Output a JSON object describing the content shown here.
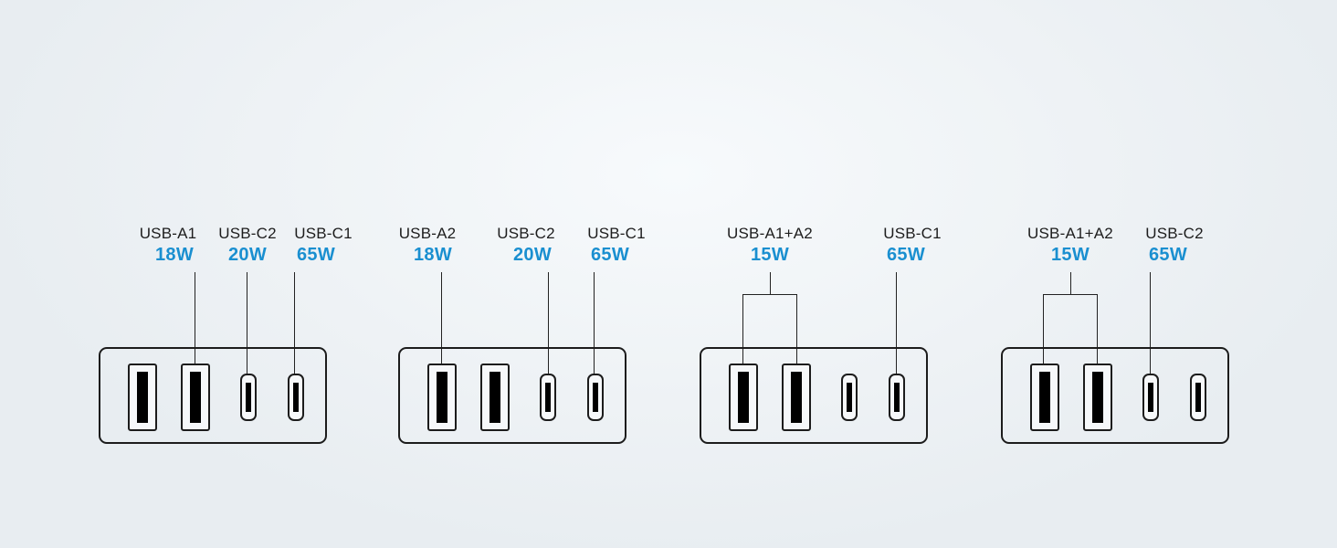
{
  "diagrams": [
    {
      "labels": [
        {
          "port": "USB-A1",
          "power": "18W"
        },
        {
          "port": "USB-C2",
          "power": "20W"
        },
        {
          "port": "USB-C1",
          "power": "65W"
        }
      ]
    },
    {
      "labels": [
        {
          "port": "USB-A2",
          "power": "18W"
        },
        {
          "port": "USB-C2",
          "power": "20W"
        },
        {
          "port": "USB-C1",
          "power": "65W"
        }
      ]
    },
    {
      "labels": [
        {
          "port": "USB-A1+A2",
          "power": "15W"
        },
        {
          "port": "USB-C1",
          "power": "65W"
        }
      ]
    },
    {
      "labels": [
        {
          "port": "USB-A1+A2",
          "power": "15W"
        },
        {
          "port": "USB-C2",
          "power": "65W"
        }
      ]
    }
  ],
  "colors": {
    "wattage": "#1a8fd0",
    "outline": "#1c1c1c",
    "port_fill": "#000000"
  }
}
